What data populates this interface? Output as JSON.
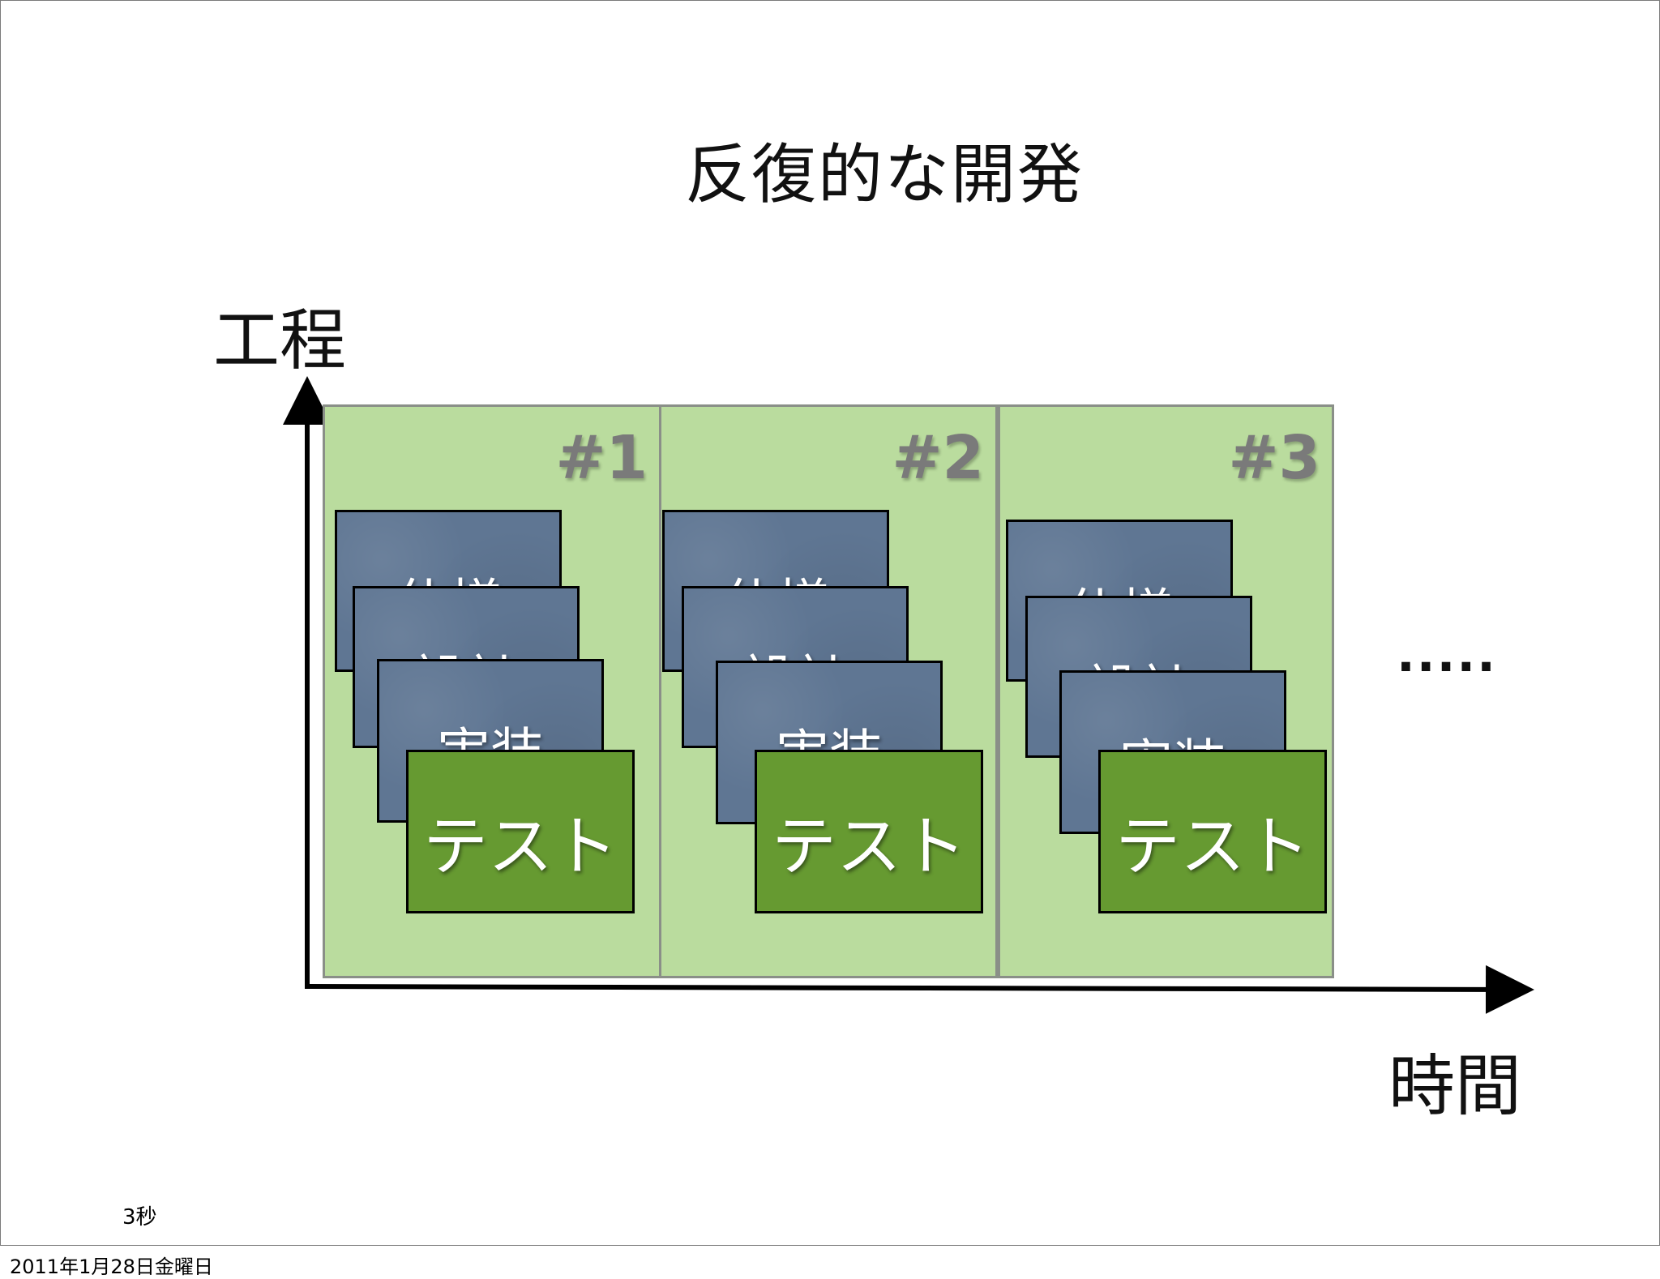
{
  "title": "反復的な開発",
  "y_axis_label": "工程",
  "x_axis_label": "時間",
  "iterations": [
    {
      "label": "#1",
      "cards": [
        "仕様",
        "設計",
        "実装",
        "テスト"
      ]
    },
    {
      "label": "#2",
      "cards": [
        "仕様",
        "設計",
        "実装",
        "テスト"
      ]
    },
    {
      "label": "#3",
      "cards": [
        "仕様",
        "設計",
        "実装",
        "テスト"
      ]
    }
  ],
  "continuation": ".....",
  "note": "3秒",
  "footer_date": "2011年1月28日金曜日",
  "colors": {
    "iteration_bg": "#badc9e",
    "phase_card": "#5f7693",
    "test_card": "#669a31",
    "iteration_label": "#7a7a7a"
  }
}
